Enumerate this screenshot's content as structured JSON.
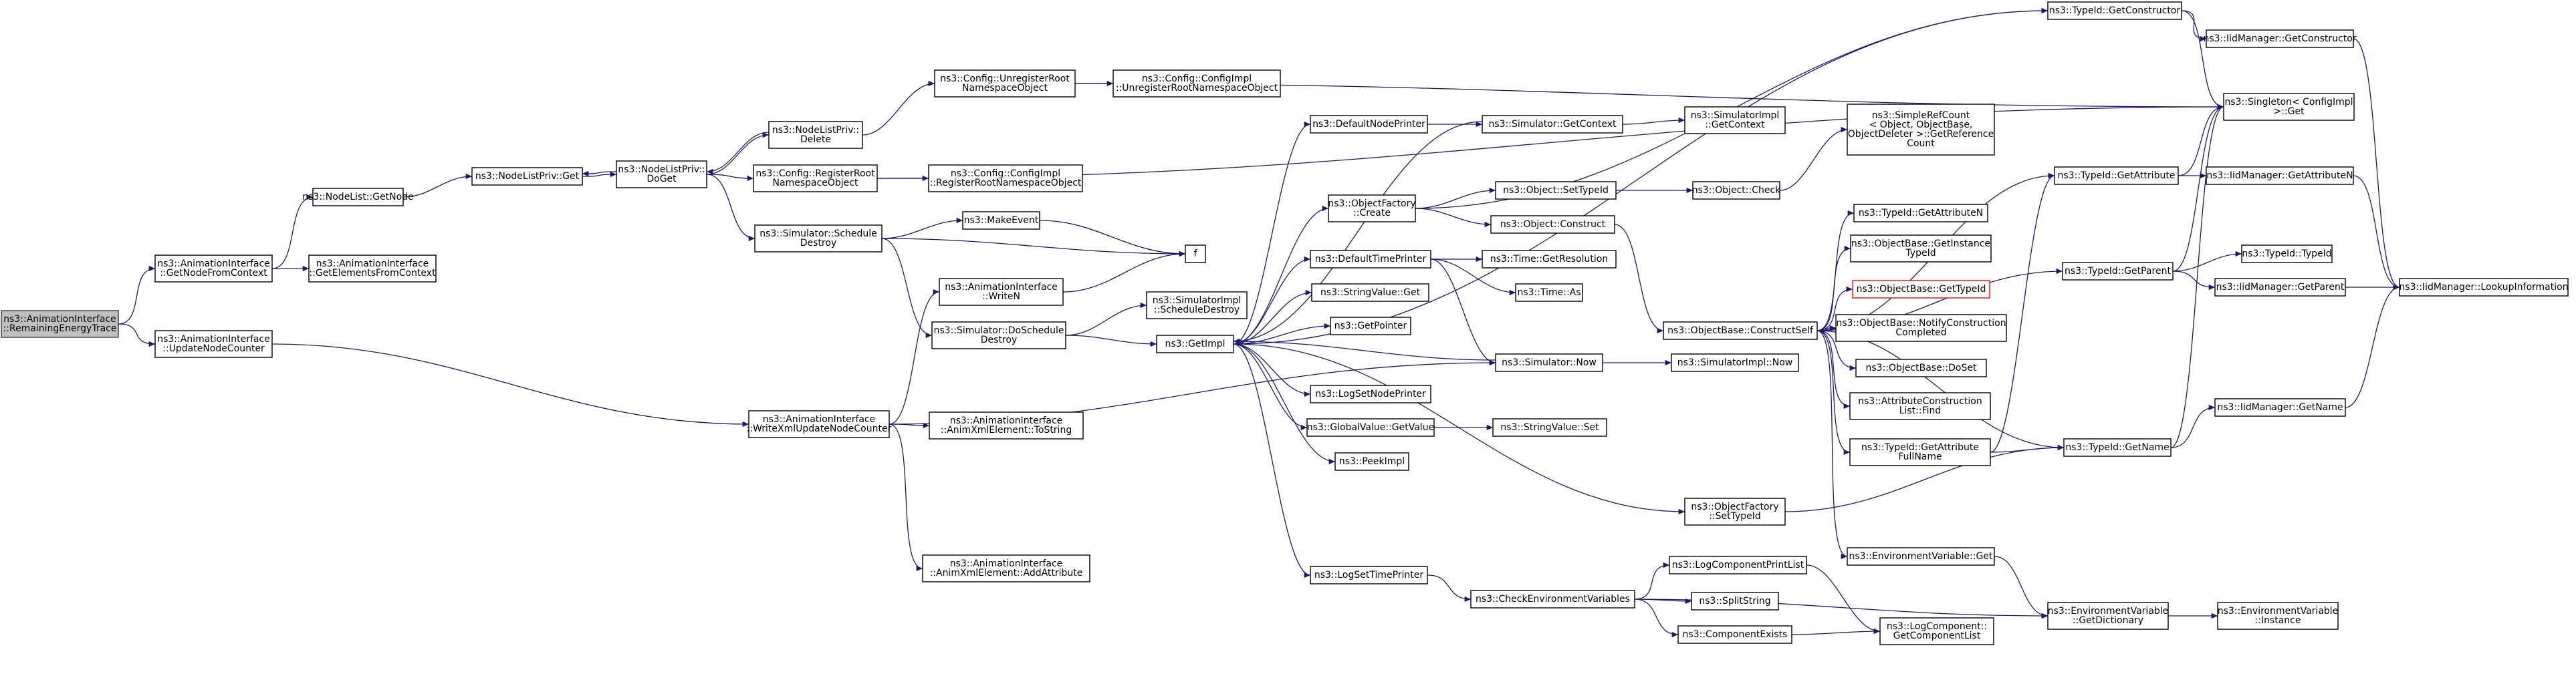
{
  "colors": {
    "edge": "#191970",
    "root_fill": "#bfbfbf",
    "missing_border": "#ff0000"
  },
  "nodes": [
    {
      "id": "root",
      "lines": [
        "ns3::AnimationInterface",
        "::RemainingEnergyTrace"
      ],
      "root": true
    },
    {
      "id": "getNodeFromContext",
      "lines": [
        "ns3::AnimationInterface",
        "::GetNodeFromContext"
      ]
    },
    {
      "id": "updateNodeCounter",
      "lines": [
        "ns3::AnimationInterface",
        "::UpdateNodeCounter"
      ]
    },
    {
      "id": "nodeListGetNode",
      "lines": [
        "ns3::NodeList::GetNode"
      ]
    },
    {
      "id": "getElementsFromContext",
      "lines": [
        "ns3::AnimationInterface",
        "::GetElementsFromContext"
      ]
    },
    {
      "id": "nodeListPrivGet",
      "lines": [
        "ns3::NodeListPriv::Get"
      ]
    },
    {
      "id": "nodeListPrivDoGet",
      "lines": [
        "ns3::NodeListPriv::",
        "DoGet"
      ]
    },
    {
      "id": "nodeListPrivDelete",
      "lines": [
        "ns3::NodeListPriv::",
        "Delete"
      ]
    },
    {
      "id": "configRegisterRoot",
      "lines": [
        "ns3::Config::RegisterRoot",
        "NamespaceObject"
      ]
    },
    {
      "id": "configUnregisterRoot",
      "lines": [
        "ns3::Config::UnregisterRoot",
        "NamespaceObject"
      ]
    },
    {
      "id": "configImplUnregister",
      "lines": [
        "ns3::Config::ConfigImpl",
        "::UnregisterRootNamespaceObject"
      ]
    },
    {
      "id": "configImplRegister",
      "lines": [
        "ns3::Config::ConfigImpl",
        "::RegisterRootNamespaceObject"
      ]
    },
    {
      "id": "scheduleDestroy",
      "lines": [
        "ns3::Simulator::Schedule",
        "Destroy"
      ]
    },
    {
      "id": "makeEvent",
      "lines": [
        "ns3::MakeEvent"
      ]
    },
    {
      "id": "f",
      "lines": [
        "f"
      ]
    },
    {
      "id": "writeN",
      "lines": [
        "ns3::AnimationInterface",
        "::WriteN"
      ]
    },
    {
      "id": "doScheduleDestroy",
      "lines": [
        "ns3::Simulator::DoSchedule",
        "Destroy"
      ]
    },
    {
      "id": "simImplScheduleDestroy",
      "lines": [
        "ns3::SimulatorImpl",
        "::ScheduleDestroy"
      ]
    },
    {
      "id": "writeXmlUpdateNodeCounter",
      "lines": [
        "ns3::AnimationInterface",
        "::WriteXmlUpdateNodeCounter"
      ]
    },
    {
      "id": "animXmlToString",
      "lines": [
        "ns3::AnimationInterface",
        "::AnimXmlElement::ToString"
      ]
    },
    {
      "id": "animXmlAddAttribute",
      "lines": [
        "ns3::AnimationInterface",
        "::AnimXmlElement::AddAttribute"
      ]
    },
    {
      "id": "getImpl",
      "lines": [
        "ns3::GetImpl"
      ]
    },
    {
      "id": "defaultNodePrinter",
      "lines": [
        "ns3::DefaultNodePrinter"
      ]
    },
    {
      "id": "objectFactoryCreate",
      "lines": [
        "ns3::ObjectFactory",
        "::Create"
      ]
    },
    {
      "id": "defaultTimePrinter",
      "lines": [
        "ns3::DefaultTimePrinter"
      ]
    },
    {
      "id": "stringValueGet",
      "lines": [
        "ns3::StringValue::Get"
      ]
    },
    {
      "id": "getPointer",
      "lines": [
        "ns3::GetPointer"
      ]
    },
    {
      "id": "logSetNodePrinter",
      "lines": [
        "ns3::LogSetNodePrinter"
      ]
    },
    {
      "id": "globalValueGetValue",
      "lines": [
        "ns3::GlobalValue::GetValue"
      ]
    },
    {
      "id": "peekImpl",
      "lines": [
        "ns3::PeekImpl"
      ]
    },
    {
      "id": "logSetTimePrinter",
      "lines": [
        "ns3::LogSetTimePrinter"
      ]
    },
    {
      "id": "simGetContext",
      "lines": [
        "ns3::Simulator::GetContext"
      ]
    },
    {
      "id": "simImplGetContext",
      "lines": [
        "ns3::SimulatorImpl",
        "::GetContext"
      ]
    },
    {
      "id": "objectSetTypeId",
      "lines": [
        "ns3::Object::SetTypeId"
      ]
    },
    {
      "id": "objectConstruct",
      "lines": [
        "ns3::Object::Construct"
      ]
    },
    {
      "id": "objectCheck",
      "lines": [
        "ns3::Object::Check"
      ]
    },
    {
      "id": "simpleRefCount",
      "lines": [
        "ns3::SimpleRefCount",
        "< Object, ObjectBase,",
        "ObjectDeleter >::GetReference",
        "Count"
      ]
    },
    {
      "id": "timeGetResolution",
      "lines": [
        "ns3::Time::GetResolution"
      ]
    },
    {
      "id": "timeAs",
      "lines": [
        "ns3::Time::As"
      ]
    },
    {
      "id": "simNow",
      "lines": [
        "ns3::Simulator::Now"
      ]
    },
    {
      "id": "simImplNow",
      "lines": [
        "ns3::SimulatorImpl::Now"
      ]
    },
    {
      "id": "stringValueSet",
      "lines": [
        "ns3::StringValue::Set"
      ]
    },
    {
      "id": "objectFactorySetTypeId",
      "lines": [
        "ns3::ObjectFactory",
        "::SetTypeId"
      ]
    },
    {
      "id": "checkEnvVars",
      "lines": [
        "ns3::CheckEnvironmentVariables"
      ]
    },
    {
      "id": "objectBaseConstructSelf",
      "lines": [
        "ns3::ObjectBase::ConstructSelf"
      ]
    },
    {
      "id": "typeIdGetAttributeN",
      "lines": [
        "ns3::TypeId::GetAttributeN"
      ]
    },
    {
      "id": "objectBaseGetInstanceTypeId",
      "lines": [
        "ns3::ObjectBase::GetInstance",
        "TypeId"
      ]
    },
    {
      "id": "objectBaseGetTypeId",
      "lines": [
        "ns3::ObjectBase::GetTypeId"
      ],
      "missing": true
    },
    {
      "id": "objectBaseNotify",
      "lines": [
        "ns3::ObjectBase::NotifyConstruction",
        "Completed"
      ]
    },
    {
      "id": "objectBaseDoSet",
      "lines": [
        "ns3::ObjectBase::DoSet"
      ]
    },
    {
      "id": "attrConstructionListFind",
      "lines": [
        "ns3::AttributeConstruction",
        "List::Find"
      ]
    },
    {
      "id": "typeIdGetAttributeFullName",
      "lines": [
        "ns3::TypeId::GetAttribute",
        "FullName"
      ]
    },
    {
      "id": "envVariableGet",
      "lines": [
        "ns3::EnvironmentVariable::Get"
      ]
    },
    {
      "id": "logComponentPrintList",
      "lines": [
        "ns3::LogComponentPrintList"
      ]
    },
    {
      "id": "splitString",
      "lines": [
        "ns3::SplitString"
      ]
    },
    {
      "id": "componentExists",
      "lines": [
        "ns3::ComponentExists"
      ]
    },
    {
      "id": "logComponentGetList",
      "lines": [
        "ns3::LogComponent::",
        "GetComponentList"
      ]
    },
    {
      "id": "typeIdGetConstructor",
      "lines": [
        "ns3::TypeId::GetConstructor"
      ]
    },
    {
      "id": "iidManagerGetConstructor",
      "lines": [
        "ns3::IidManager::GetConstructor"
      ]
    },
    {
      "id": "singletonGet",
      "lines": [
        "ns3::Singleton< ConfigImpl",
        ">::Get"
      ]
    },
    {
      "id": "typeIdGetAttribute",
      "lines": [
        "ns3::TypeId::GetAttribute"
      ]
    },
    {
      "id": "iidManagerGetAttributeN",
      "lines": [
        "ns3::IidManager::GetAttributeN"
      ]
    },
    {
      "id": "typeIdGetParent",
      "lines": [
        "ns3::TypeId::GetParent"
      ]
    },
    {
      "id": "typeIdTypeId",
      "lines": [
        "ns3::TypeId::TypeId"
      ]
    },
    {
      "id": "iidManagerGetParent",
      "lines": [
        "ns3::IidManager::GetParent"
      ]
    },
    {
      "id": "iidManagerLookupInformation",
      "lines": [
        "ns3::IidManager::LookupInformation"
      ]
    },
    {
      "id": "typeIdGetName",
      "lines": [
        "ns3::TypeId::GetName"
      ]
    },
    {
      "id": "iidManagerGetName",
      "lines": [
        "ns3::IidManager::GetName"
      ]
    },
    {
      "id": "envVariableGetDictionary",
      "lines": [
        "ns3::EnvironmentVariable",
        "::GetDictionary"
      ]
    },
    {
      "id": "envVariableInstance",
      "lines": [
        "ns3::EnvironmentVariable",
        "::Instance"
      ]
    }
  ],
  "edges": [
    [
      "root",
      "getNodeFromContext"
    ],
    [
      "root",
      "updateNodeCounter"
    ],
    [
      "getNodeFromContext",
      "nodeListGetNode"
    ],
    [
      "getNodeFromContext",
      "getElementsFromContext"
    ],
    [
      "nodeListGetNode",
      "nodeListPrivGet"
    ],
    [
      "nodeListPrivGet",
      "nodeListPrivDoGet"
    ],
    [
      "nodeListPrivDoGet",
      "nodeListPrivGet"
    ],
    [
      "nodeListPrivDoGet",
      "nodeListPrivDelete"
    ],
    [
      "nodeListPrivDelete",
      "nodeListPrivDoGet"
    ],
    [
      "nodeListPrivDoGet",
      "configRegisterRoot"
    ],
    [
      "nodeListPrivDoGet",
      "scheduleDestroy"
    ],
    [
      "nodeListPrivDelete",
      "configUnregisterRoot"
    ],
    [
      "configUnregisterRoot",
      "configImplUnregister"
    ],
    [
      "configUnregisterRoot",
      "singletonGet"
    ],
    [
      "configRegisterRoot",
      "configImplRegister"
    ],
    [
      "configRegisterRoot",
      "singletonGet"
    ],
    [
      "scheduleDestroy",
      "makeEvent"
    ],
    [
      "scheduleDestroy",
      "f"
    ],
    [
      "scheduleDestroy",
      "doScheduleDestroy"
    ],
    [
      "makeEvent",
      "f"
    ],
    [
      "writeN",
      "f"
    ],
    [
      "doScheduleDestroy",
      "simImplScheduleDestroy"
    ],
    [
      "doScheduleDestroy",
      "getImpl"
    ],
    [
      "updateNodeCounter",
      "writeXmlUpdateNodeCounter"
    ],
    [
      "writeXmlUpdateNodeCounter",
      "writeN"
    ],
    [
      "writeXmlUpdateNodeCounter",
      "animXmlToString"
    ],
    [
      "writeXmlUpdateNodeCounter",
      "animXmlAddAttribute"
    ],
    [
      "writeXmlUpdateNodeCounter",
      "simNow"
    ],
    [
      "getImpl",
      "defaultNodePrinter"
    ],
    [
      "getImpl",
      "objectFactoryCreate"
    ],
    [
      "getImpl",
      "defaultTimePrinter"
    ],
    [
      "getImpl",
      "stringValueGet"
    ],
    [
      "getImpl",
      "getPointer"
    ],
    [
      "getImpl",
      "logSetNodePrinter"
    ],
    [
      "getImpl",
      "globalValueGetValue"
    ],
    [
      "getImpl",
      "peekImpl"
    ],
    [
      "getImpl",
      "logSetTimePrinter"
    ],
    [
      "getImpl",
      "objectFactorySetTypeId"
    ],
    [
      "getImpl",
      "typeIdGetConstructor"
    ],
    [
      "defaultNodePrinter",
      "simGetContext"
    ],
    [
      "simGetContext",
      "simImplGetContext"
    ],
    [
      "simGetContext",
      "getImpl"
    ],
    [
      "objectFactoryCreate",
      "objectSetTypeId"
    ],
    [
      "objectFactoryCreate",
      "objectConstruct"
    ],
    [
      "objectFactoryCreate",
      "typeIdGetConstructor"
    ],
    [
      "objectSetTypeId",
      "objectCheck"
    ],
    [
      "objectCheck",
      "simpleRefCount"
    ],
    [
      "objectConstruct",
      "objectBaseConstructSelf"
    ],
    [
      "defaultTimePrinter",
      "timeGetResolution"
    ],
    [
      "defaultTimePrinter",
      "timeAs"
    ],
    [
      "defaultTimePrinter",
      "simNow"
    ],
    [
      "simNow",
      "simImplNow"
    ],
    [
      "simNow",
      "getImpl"
    ],
    [
      "globalValueGetValue",
      "stringValueSet"
    ],
    [
      "logSetTimePrinter",
      "checkEnvVars"
    ],
    [
      "checkEnvVars",
      "logComponentPrintList"
    ],
    [
      "checkEnvVars",
      "splitString"
    ],
    [
      "checkEnvVars",
      "componentExists"
    ],
    [
      "checkEnvVars",
      "envVariableGetDictionary"
    ],
    [
      "logComponentPrintList",
      "logComponentGetList"
    ],
    [
      "componentExists",
      "logComponentGetList"
    ],
    [
      "objectBaseConstructSelf",
      "typeIdGetAttributeN"
    ],
    [
      "objectBaseConstructSelf",
      "objectBaseGetInstanceTypeId"
    ],
    [
      "objectBaseConstructSelf",
      "objectBaseGetTypeId"
    ],
    [
      "objectBaseConstructSelf",
      "objectBaseNotify"
    ],
    [
      "objectBaseConstructSelf",
      "objectBaseDoSet"
    ],
    [
      "objectBaseConstructSelf",
      "attrConstructionListFind"
    ],
    [
      "objectBaseConstructSelf",
      "typeIdGetAttributeFullName"
    ],
    [
      "objectBaseConstructSelf",
      "envVariableGet"
    ],
    [
      "objectBaseConstructSelf",
      "typeIdGetAttribute"
    ],
    [
      "objectBaseConstructSelf",
      "typeIdGetName"
    ],
    [
      "objectBaseConstructSelf",
      "typeIdGetParent"
    ],
    [
      "objectFactorySetTypeId",
      "typeIdGetName"
    ],
    [
      "typeIdGetAttributeFullName",
      "typeIdGetAttribute"
    ],
    [
      "typeIdGetAttributeFullName",
      "typeIdGetName"
    ],
    [
      "envVariableGet",
      "envVariableGetDictionary"
    ],
    [
      "envVariableGetDictionary",
      "envVariableInstance"
    ],
    [
      "typeIdGetConstructor",
      "iidManagerGetConstructor"
    ],
    [
      "typeIdGetConstructor",
      "singletonGet"
    ],
    [
      "iidManagerGetConstructor",
      "iidManagerLookupInformation"
    ],
    [
      "typeIdGetAttribute",
      "iidManagerGetAttributeN"
    ],
    [
      "typeIdGetAttribute",
      "singletonGet"
    ],
    [
      "iidManagerGetAttributeN",
      "iidManagerLookupInformation"
    ],
    [
      "typeIdGetParent",
      "typeIdTypeId"
    ],
    [
      "typeIdGetParent",
      "iidManagerGetParent"
    ],
    [
      "typeIdGetParent",
      "singletonGet"
    ],
    [
      "iidManagerGetParent",
      "iidManagerLookupInformation"
    ],
    [
      "typeIdGetName",
      "iidManagerGetName"
    ],
    [
      "typeIdGetName",
      "singletonGet"
    ],
    [
      "iidManagerGetName",
      "iidManagerLookupInformation"
    ]
  ]
}
